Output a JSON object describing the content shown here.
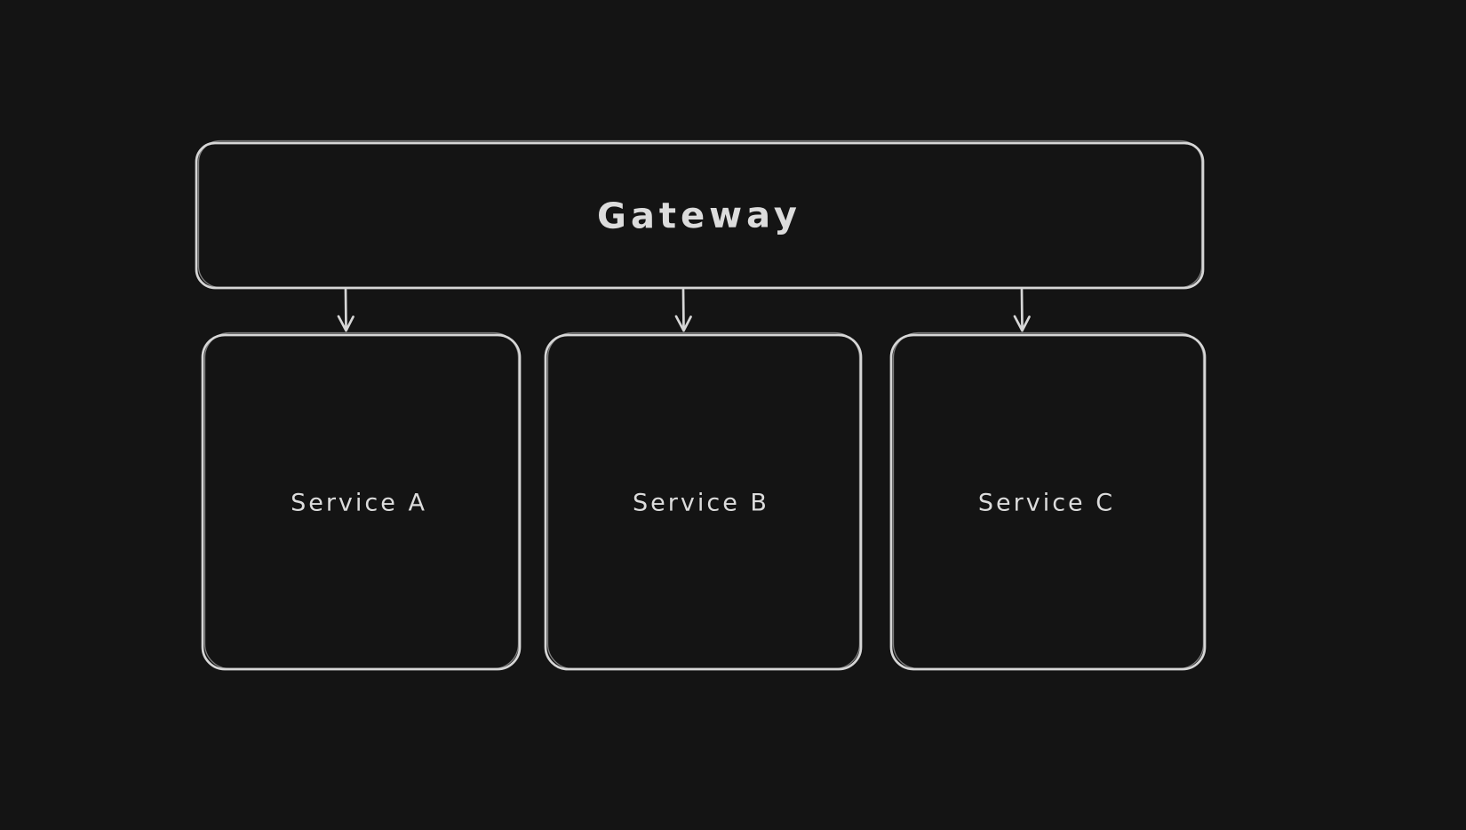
{
  "colors": {
    "background": "#141414",
    "stroke": "#d6d6d6",
    "text": "#dcdcdc"
  },
  "diagram": {
    "type": "architecture-flow",
    "nodes": [
      {
        "id": "gateway",
        "label": "Gateway",
        "shape": "rounded-rectangle"
      },
      {
        "id": "service-a",
        "label": "Service A",
        "shape": "rounded-rectangle"
      },
      {
        "id": "service-b",
        "label": "Service B",
        "shape": "rounded-rectangle"
      },
      {
        "id": "service-c",
        "label": "Service C",
        "shape": "rounded-rectangle"
      }
    ],
    "edges": [
      {
        "from": "gateway",
        "to": "service-a",
        "type": "arrow",
        "direction": "down"
      },
      {
        "from": "gateway",
        "to": "service-b",
        "type": "arrow",
        "direction": "down"
      },
      {
        "from": "gateway",
        "to": "service-c",
        "type": "arrow",
        "direction": "down"
      }
    ]
  }
}
